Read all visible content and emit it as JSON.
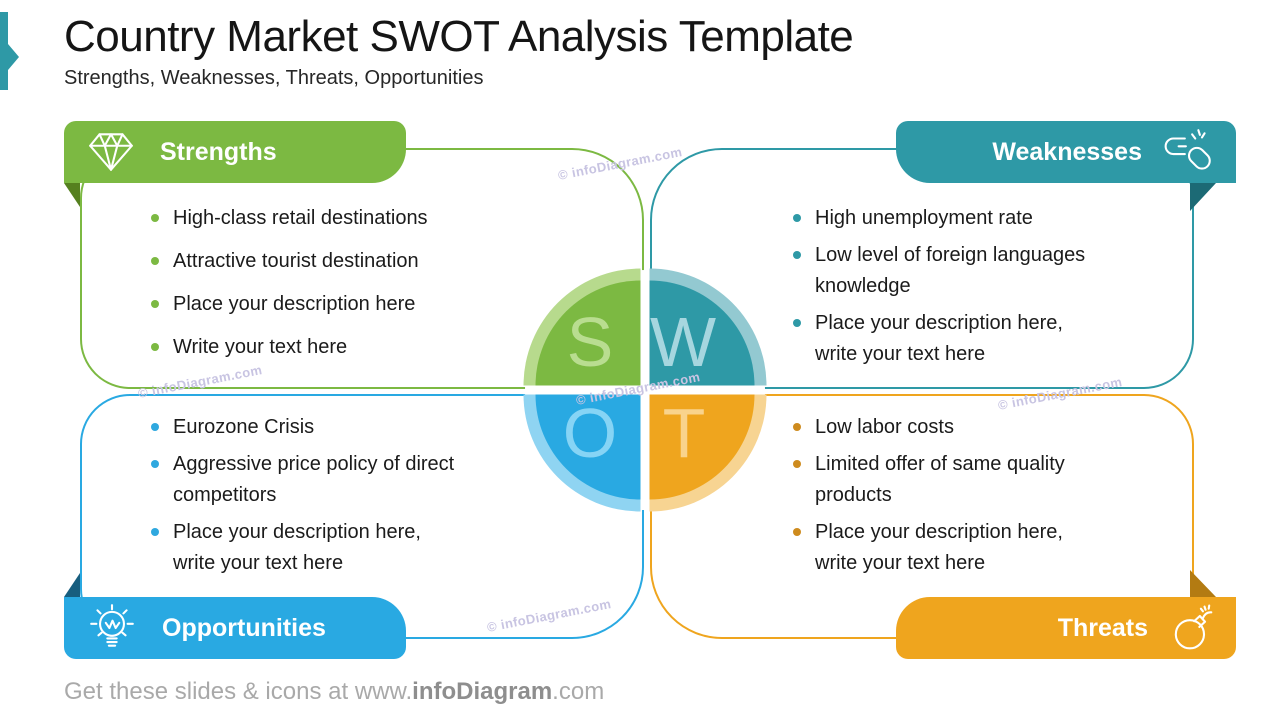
{
  "slide": {
    "title": "Country Market SWOT Analysis Template",
    "subtitle": "Strengths, Weaknesses, Threats, Opportunities",
    "watermark": "© infoDiagram.com",
    "footer": {
      "prefix": "Get these slides & icons at www.",
      "brand": "infoDiagram",
      "suffix": ".com"
    }
  },
  "colors": {
    "green": "#7CB942",
    "teal": "#2E99A6",
    "blue": "#29A9E2",
    "orange": "#EFA51E"
  },
  "quadrants": {
    "strengths": {
      "label": "Strengths",
      "icon": "diamond-icon",
      "bullets": [
        "High-class retail destinations",
        "Attractive tourist destination",
        "Place your description here",
        "Write your text here"
      ]
    },
    "weaknesses": {
      "label": "Weaknesses",
      "icon": "broken-chain-icon",
      "bullets": [
        "High unemployment rate",
        "Low level of foreign languages\nknowledge",
        "Place your description here,\nwrite your text here"
      ]
    },
    "opportunities": {
      "label": "Opportunities",
      "icon": "lightbulb-icon",
      "bullets": [
        "Eurozone Crisis",
        "Aggressive price policy of direct\ncompetitors",
        "Place your description here,\nwrite your text here"
      ]
    },
    "threats": {
      "label": "Threats",
      "icon": "bomb-icon",
      "bullets": [
        "Low labor costs",
        "Limited offer of same quality\nproducts",
        "Place your description here,\nwrite your text here"
      ]
    }
  },
  "center": {
    "s": "S",
    "w": "W",
    "o": "O",
    "t": "T"
  }
}
